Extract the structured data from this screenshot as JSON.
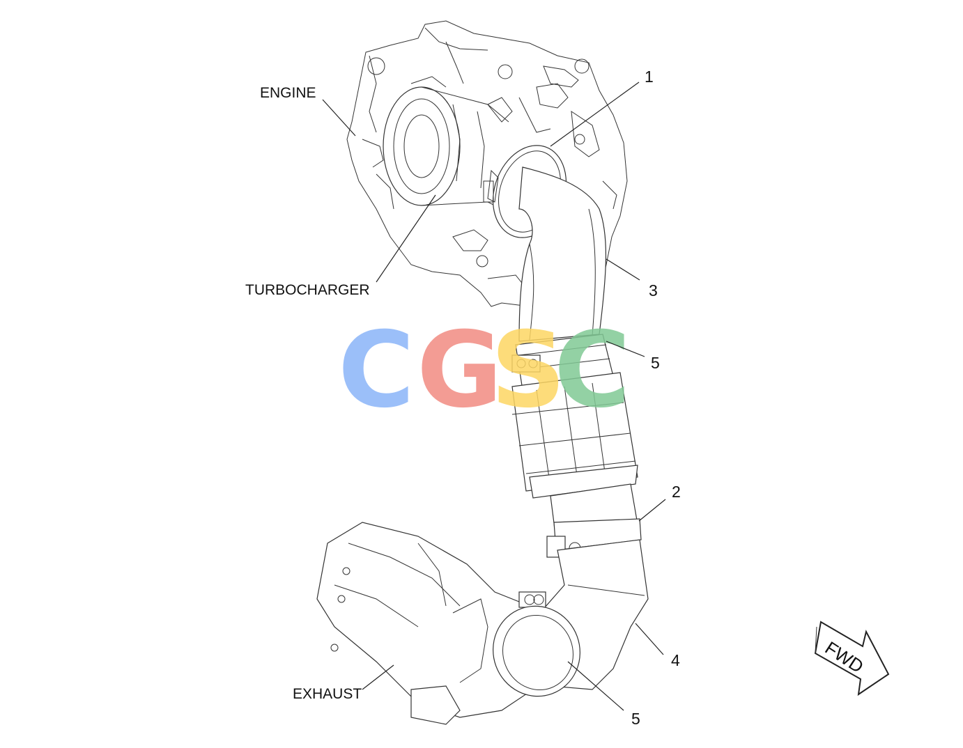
{
  "labels": {
    "engine": "ENGINE",
    "turbocharger": "TURBOCHARGER",
    "exhaust": "EXHAUST",
    "fwd": "FWD"
  },
  "callouts": {
    "c1": "1",
    "c2": "2",
    "c3": "3",
    "c4": "4",
    "c5a": "5",
    "c5b": "5"
  },
  "watermark": {
    "letters": [
      "C",
      "G",
      "S",
      "C"
    ],
    "colors": [
      "#8ab4f8",
      "#f28b82",
      "#fdd663",
      "#81c995"
    ]
  }
}
